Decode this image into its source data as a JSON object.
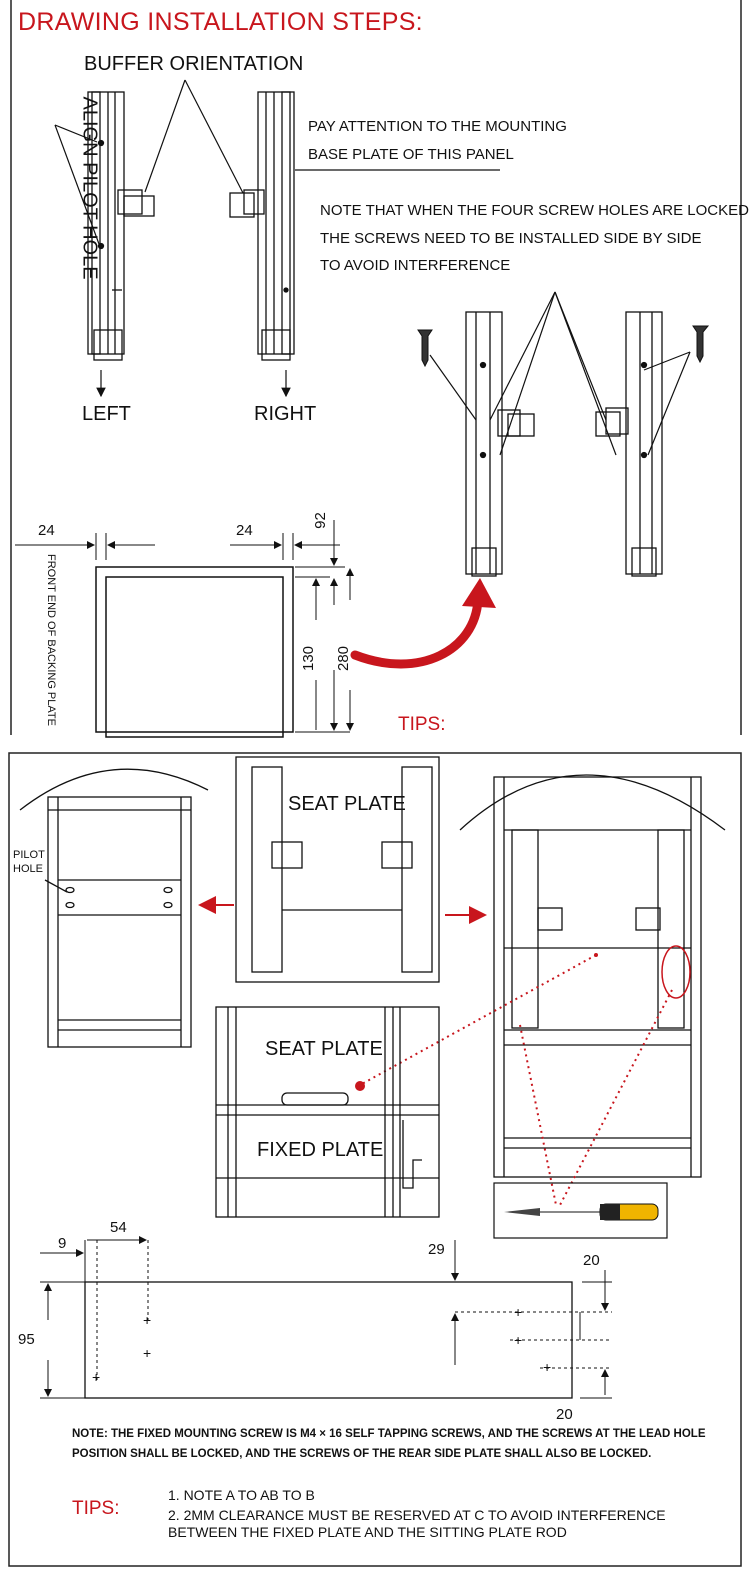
{
  "title": "DRAWING INSTALLATION STEPS:",
  "top": {
    "buffer_orientation": "BUFFER ORIENTATION",
    "align_pilot_hole": "ALIGN PILOT HOLE",
    "left": "LEFT",
    "right": "RIGHT",
    "mounting_line1": "PAY ATTENTION TO THE MOUNTING",
    "mounting_line2": "BASE PLATE OF THIS PANEL",
    "note_line1": "NOTE THAT WHEN THE FOUR SCREW HOLES ARE LOCKED,",
    "note_line2": "THE SCREWS NEED TO BE INSTALLED SIDE BY SIDE",
    "note_line3": "TO AVOID INTERFERENCE",
    "front_end_label": "FRONT END OF BACKING PLATE",
    "tips": "TIPS:",
    "dims": {
      "left_24": "24",
      "right_24": "24",
      "d92": "92",
      "d130": "130",
      "d280": "280"
    }
  },
  "bottom": {
    "pilot_hole": "PILOT HOLE",
    "seat_plate_top": "SEAT PLATE",
    "seat_plate_mid": "SEAT PLATE",
    "fixed_plate": "FIXED PLATE",
    "dims": {
      "d9": "9",
      "d54": "54",
      "d95": "95",
      "d29": "29",
      "d20a": "20",
      "d20b": "20"
    },
    "note": "NOTE: THE FIXED MOUNTING SCREW IS M4 × 16 SELF TAPPING SCREWS, AND THE SCREWS AT THE LEAD HOLE POSITION SHALL BE LOCKED, AND THE SCREWS OF THE REAR SIDE PLATE SHALL ALSO BE LOCKED.",
    "tips": "TIPS:",
    "tip1": "1. NOTE A TO AB TO B",
    "tip2": "2. 2MM CLEARANCE MUST BE RESERVED AT C TO AVOID INTERFERENCE BETWEEN THE FIXED PLATE AND THE SITTING PLATE ROD"
  },
  "colors": {
    "red": "#c8161d",
    "line": "#111111",
    "frame": "#222222"
  }
}
